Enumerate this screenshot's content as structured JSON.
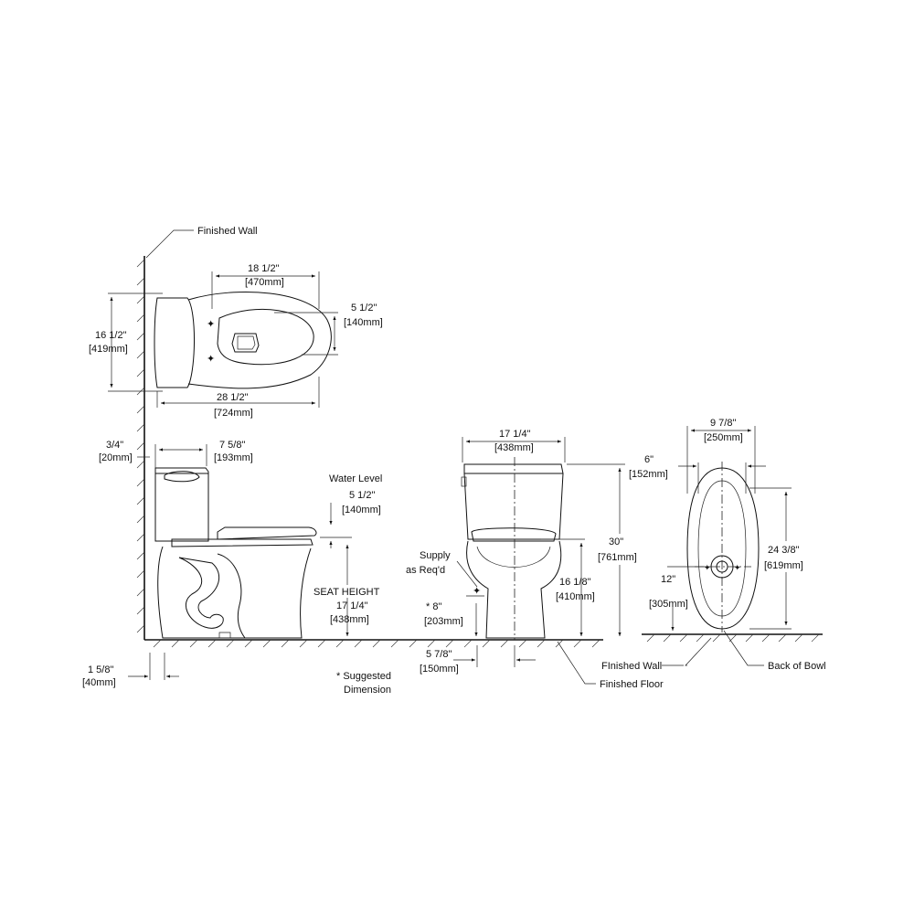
{
  "labels": {
    "finished_wall_top": "Finished Wall",
    "top_18_5_in": "18 1/2\"",
    "top_18_5_mm": "[470mm]",
    "top_5_5_in": "5 1/2\"",
    "top_5_5_mm": "[140mm]",
    "top_16_5_in": "16 1/2\"",
    "top_16_5_mm": "[419mm]",
    "top_28_5_in": "28 1/2\"",
    "top_28_5_mm": "[724mm]",
    "side_3_4_in": "3/4\"",
    "side_3_4_mm": "[20mm]",
    "side_7_5_8_in": "7 5/8\"",
    "side_7_5_8_mm": "[193mm]",
    "water_level": "Water Level",
    "water_5_5_in": "5 1/2\"",
    "water_5_5_mm": "[140mm]",
    "seat_height": "SEAT HEIGHT",
    "seat_17_25_in": "17 1/4\"",
    "seat_17_25_mm": "[438mm]",
    "side_1_5_8_in": "1 5/8\"",
    "side_1_5_8_mm": "[40mm]",
    "suggested_1": "* Suggested",
    "suggested_2": "Dimension",
    "front_17_25_in": "17 1/4\"",
    "front_17_25_mm": "[438mm]",
    "supply_1": "Supply",
    "supply_2": "as Req'd",
    "front_8_in": "*  8\"",
    "front_8_mm": "[203mm]",
    "front_16_1_8_in": "16 1/8\"",
    "front_16_1_8_mm": "[410mm]",
    "front_30_in": "30\"",
    "front_30_mm": "[761mm]",
    "front_5_7_8_in": "5 7/8\"",
    "front_5_7_8_mm": "[150mm]",
    "finished_floor": "Finished Floor",
    "rear_9_7_8_in": "9 7/8\"",
    "rear_9_7_8_mm": "[250mm]",
    "rear_6_in": "6\"",
    "rear_6_mm": "[152mm]",
    "rear_24_3_8_in": "24 3/8\"",
    "rear_24_3_8_mm": "[619mm]",
    "rear_12_in": "12\"",
    "rear_12_mm": "[305mm]",
    "finished_wall_bottom": "FInished Wall",
    "back_of_bowl": "Back of Bowl"
  }
}
